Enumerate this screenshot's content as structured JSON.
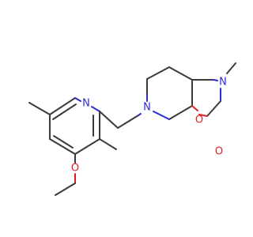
{
  "molecule": {
    "atoms": [
      {
        "id": "N_py",
        "symbol": "N",
        "color": "#2b2bd6"
      },
      {
        "id": "O_me",
        "symbol": "O",
        "color": "#e02020"
      },
      {
        "id": "N_pip",
        "symbol": "N",
        "color": "#2b2bd6"
      },
      {
        "id": "O_ring",
        "symbol": "O",
        "color": "#e02020"
      },
      {
        "id": "O_carb",
        "symbol": "O",
        "color": "#e02020"
      },
      {
        "id": "N_carb",
        "symbol": "N",
        "color": "#2b2bd6"
      }
    ],
    "bond_color": "#3a3a3a"
  }
}
